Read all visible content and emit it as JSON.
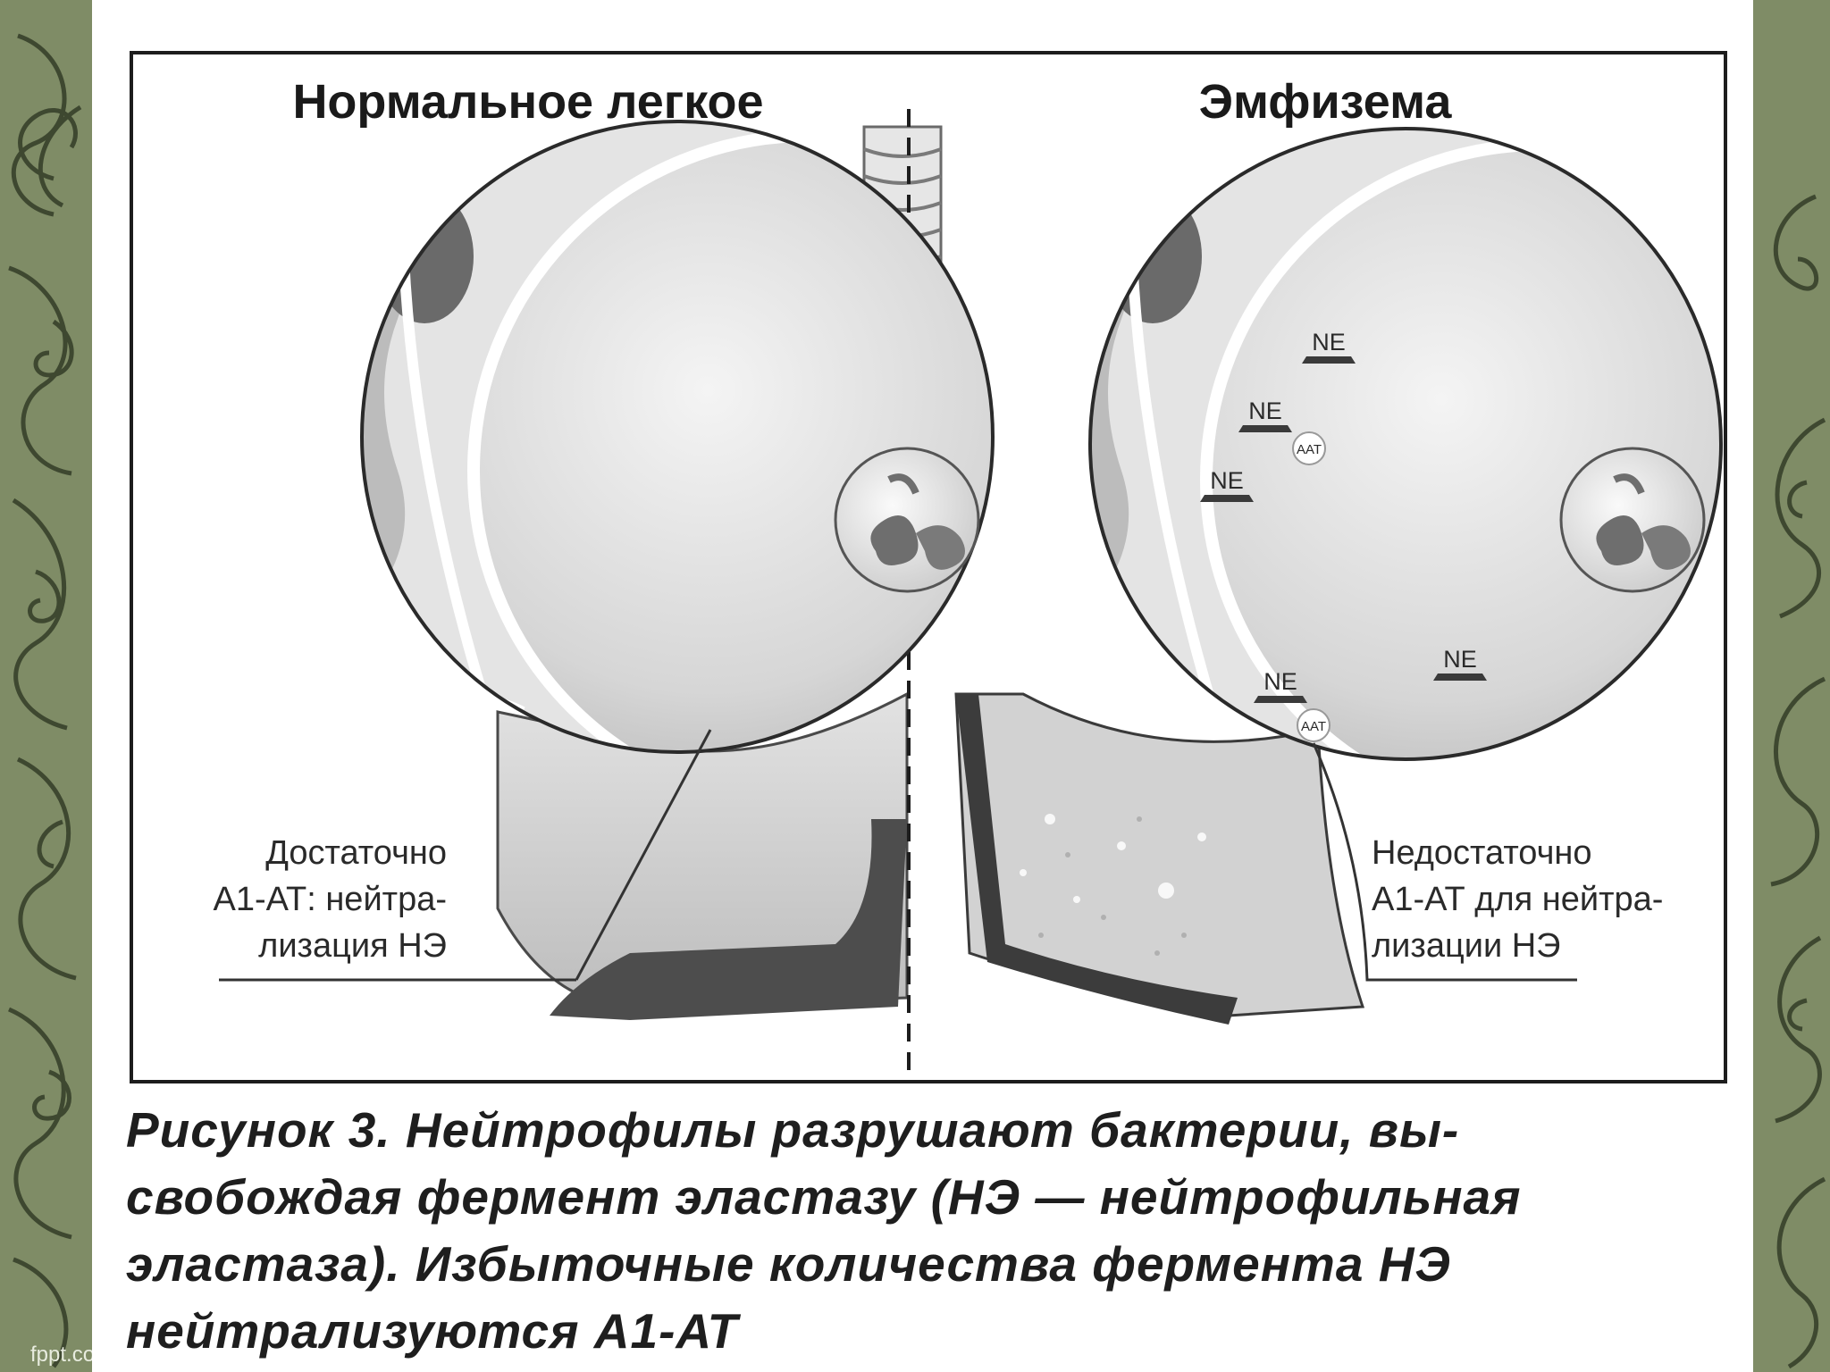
{
  "slide": {
    "brand_text": "fppt.co",
    "background_color": "#7f8c66",
    "ornament_color": "#3e4830"
  },
  "figure": {
    "left_title": "Нормальное легкое",
    "right_title": "Эмфизема",
    "left_label_lines": [
      "Достаточно",
      "А1-АТ: нейтра-",
      "лизация НЭ"
    ],
    "right_label_lines": [
      "Недостаточно",
      "А1-АТ для нейтра-",
      "лизации НЭ"
    ],
    "enzyme_label": "NE",
    "antitrypsin_label": "AAT"
  },
  "caption": {
    "lines": [
      "Рисунок 3. Нейтрофилы разрушают бактерии, вы-",
      "свобождая фермент эластазу (НЭ — нейтрофильная",
      "эластаза). Избыточные количества фермента НЭ",
      "нейтрализуются А1-АТ"
    ]
  }
}
